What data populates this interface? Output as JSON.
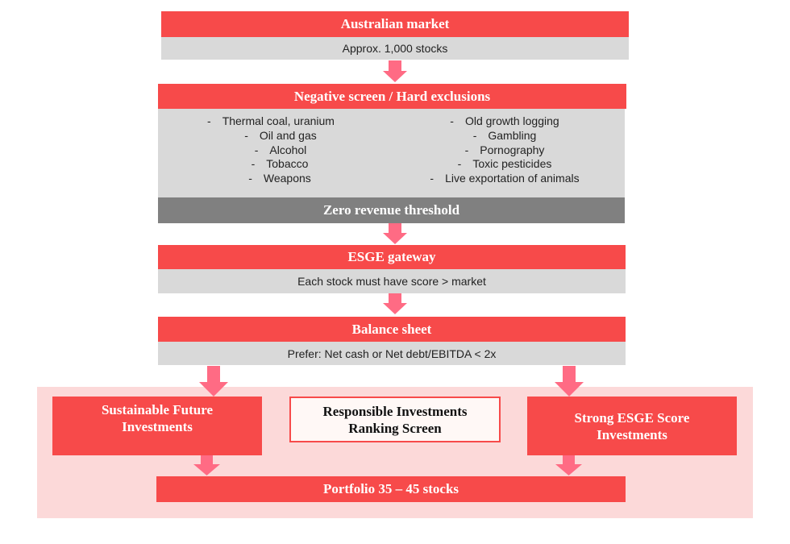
{
  "steps": {
    "market": {
      "title": "Australian market",
      "detail": "Approx. 1,000 stocks"
    },
    "negative_screen": {
      "title": "Negative screen / Hard exclusions",
      "exclusions_left": [
        "Thermal coal, uranium",
        "Oil and gas",
        "Alcohol",
        "Tobacco",
        "Weapons"
      ],
      "exclusions_right": [
        "Old growth logging",
        "Gambling",
        "Pornography",
        "Toxic pesticides",
        "Live exportation of animals"
      ],
      "bullet": "-",
      "threshold": "Zero revenue threshold"
    },
    "esge_gateway": {
      "title": "ESGE gateway",
      "detail": "Each stock must have score > market"
    },
    "balance_sheet": {
      "title": "Balance sheet",
      "detail": "Prefer: Net cash or Net debt/EBITDA < 2x"
    }
  },
  "ranking": {
    "left": "Sustainable Future Investments",
    "middle": "Responsible Investments Ranking Screen",
    "right": "Strong ESGE Score Investments"
  },
  "portfolio": {
    "title": "Portfolio 35 – 45 stocks"
  },
  "colors": {
    "header_red": "#f74a4a",
    "detail_gray": "#d9d9d9",
    "threshold_gray": "#808080",
    "arrow_pink": "#ff6b84",
    "panel_pink": "#fcd9d9"
  }
}
